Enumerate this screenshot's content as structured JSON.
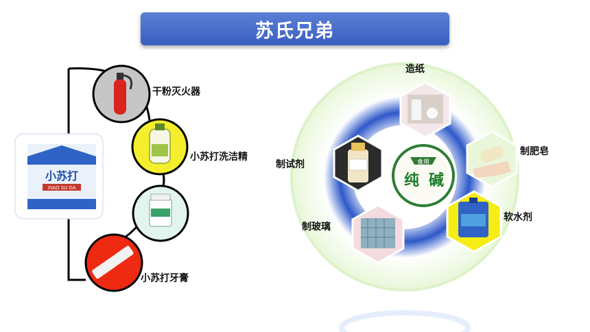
{
  "title": "苏氏兄弟",
  "left": {
    "center_product": {
      "name": "小苏打",
      "pinyin": "XIAO SU DA"
    },
    "items": [
      {
        "label": "干粉灭火器"
      },
      {
        "label": "小苏打洗洁精"
      },
      {
        "label": ""
      },
      {
        "label": "小苏打牙膏"
      }
    ]
  },
  "right": {
    "center": {
      "line1": "食用",
      "big1": "纯",
      "big2": "碱"
    },
    "uses": [
      {
        "label": "造纸"
      },
      {
        "label": "制肥皂"
      },
      {
        "label": "软水剂"
      },
      {
        "label": "制玻璃"
      },
      {
        "label": "制试剂"
      }
    ]
  }
}
